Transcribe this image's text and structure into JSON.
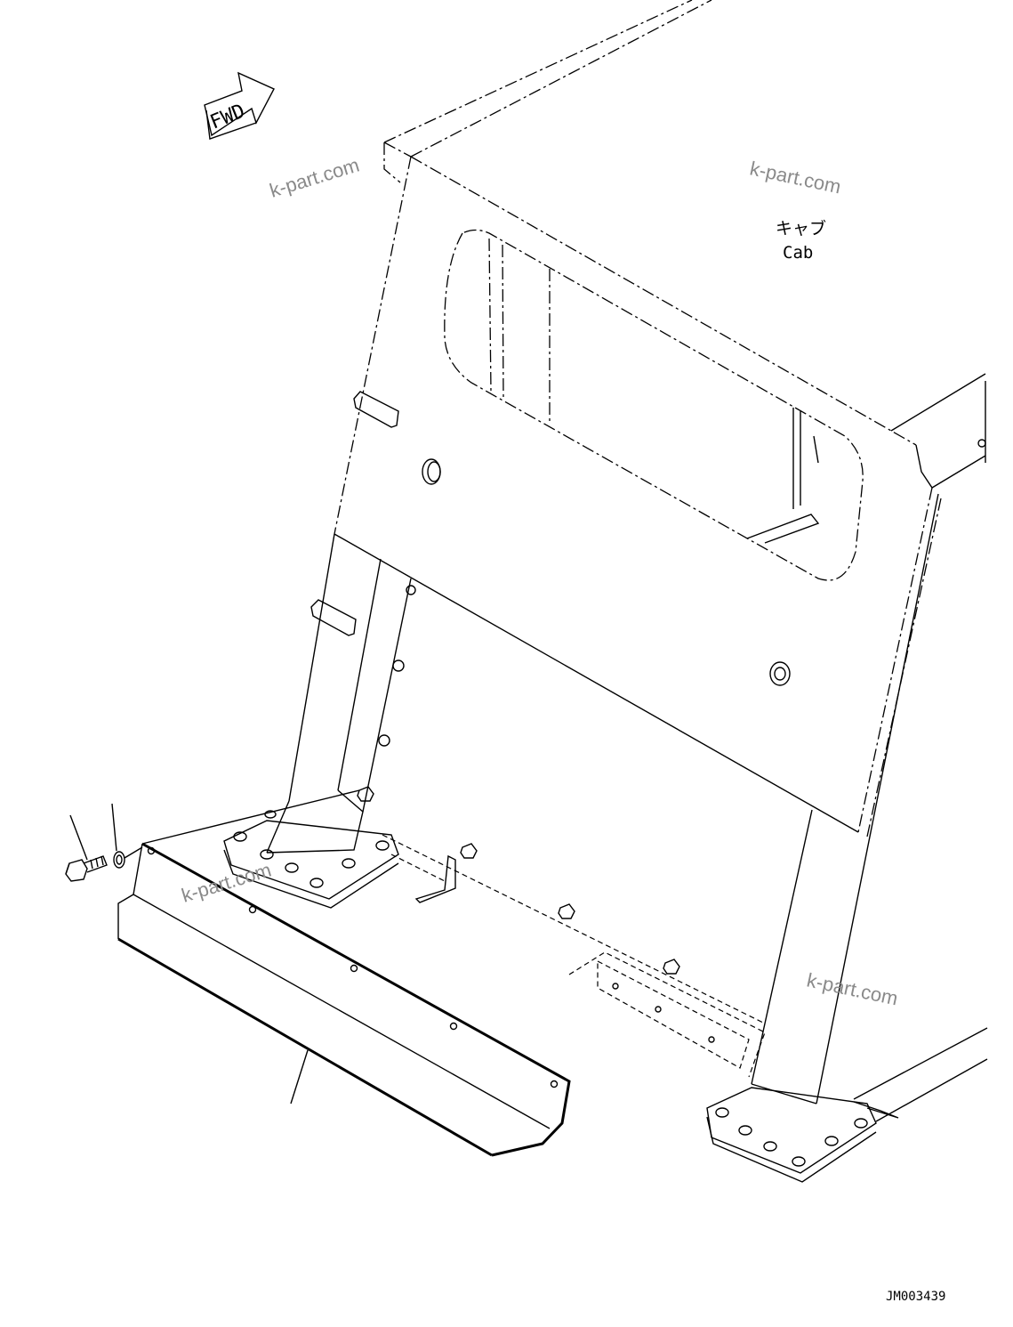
{
  "forward_arrow": {
    "label": "FWD",
    "icon": "forward-arrow-icon"
  },
  "cab_label": {
    "japanese": "キャブ",
    "english": "Cab"
  },
  "watermarks": [
    "k-part.com",
    "k-part.com",
    "k-part.com",
    "k-part.com"
  ],
  "drawing_number": "JM003439",
  "parts": [
    {
      "icon": "bolt-icon"
    },
    {
      "icon": "washer-icon"
    },
    {
      "icon": "cover-plate-icon"
    }
  ]
}
